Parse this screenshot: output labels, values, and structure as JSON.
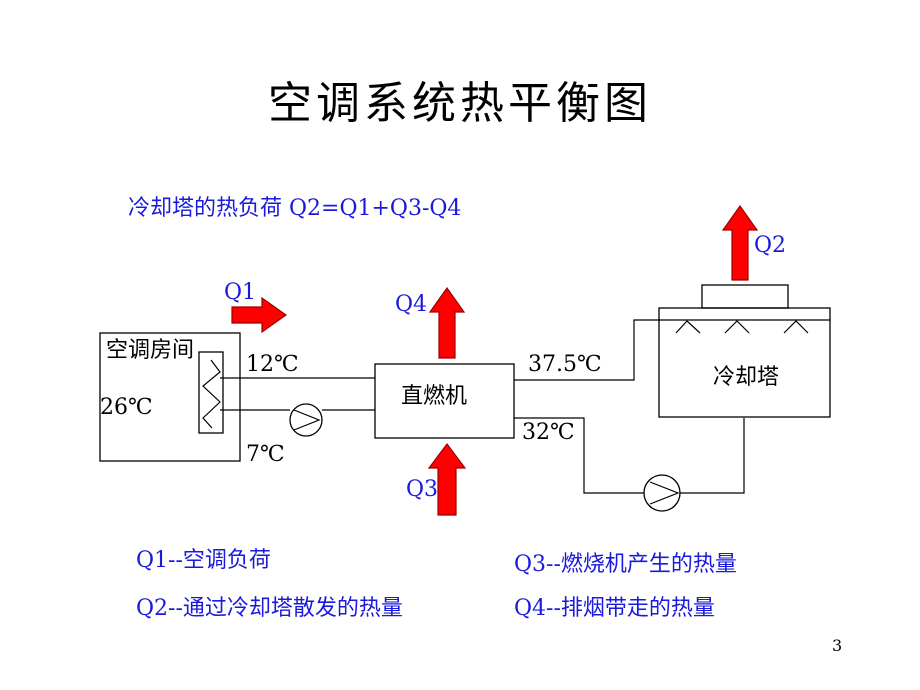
{
  "title": "空调系统热平衡图",
  "formula": "冷却塔的热负荷 Q2=Q1+Q3-Q4",
  "colors": {
    "text_blue": "#1a1adc",
    "arrow_red": "#ff0000",
    "line": "#000000"
  },
  "room": {
    "label": "空调房间",
    "temperature": "26℃"
  },
  "burner": {
    "label": "直燃机"
  },
  "tower": {
    "label": "冷却塔"
  },
  "temps": {
    "chilled_supply": "12℃",
    "chilled_return": "7℃",
    "cooling_hot": "37.5℃",
    "cooling_cold": "32℃"
  },
  "arrows": {
    "q1": "Q1",
    "q2": "Q2",
    "q3": "Q3",
    "q4": "Q4"
  },
  "legend": {
    "q1": "Q1--空调负荷",
    "q2": "Q2--通过冷却塔散发的热量",
    "q3": "Q3--燃烧机产生的热量",
    "q4": "Q4--排烟带走的热量"
  },
  "page_number": "3"
}
